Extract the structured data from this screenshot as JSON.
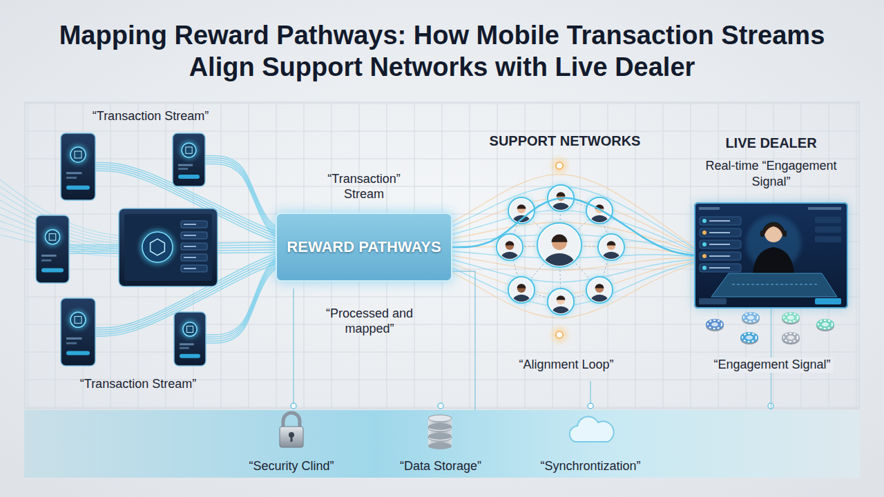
{
  "diagram": {
    "title": "Mapping Reward Pathways: How Mobile Transaction Streams Align Support Networks with Live Dealer",
    "nodes": [
      {
        "text": [
          "REWARD PATHWAYS"
        ]
      },
      {
        "text": [
          "LIVE DEALER",
          "Real-time “Engagement Signal”"
        ]
      },
      {
        "text": [
          "“Security Clind”",
          "“Data Storage”",
          "“Synchrontization”"
        ]
      }
    ],
    "edges": [
      {
        "from": 0,
        "to": 1,
        "arrow": "none"
      },
      {
        "from": 0,
        "to": 2,
        "arrow": "none"
      },
      {
        "from": 1,
        "to": 2,
        "arrow": "none"
      }
    ],
    "labels": [
      "“Transaction Stream”",
      "“Transaction Stream”",
      "“Transaction” Stream",
      "“Processed and mapped”",
      "SUPPORT NETWORKS",
      "“Alignment Loop”",
      "“Engagement Signal”"
    ]
  }
}
